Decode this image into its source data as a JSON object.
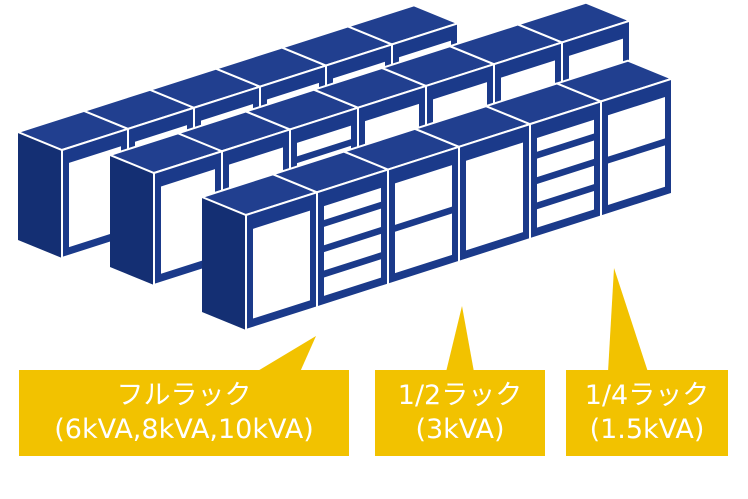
{
  "colors": {
    "rack_front": "#1b3a8a",
    "rack_top": "#213f8f",
    "rack_side": "#142f73",
    "panel": "#ffffff",
    "callout": "#f2c200",
    "text": "#ffffff"
  },
  "labels": {
    "full": {
      "line1": "フルラック",
      "line2": "(6kVA,8kVA,10kVA)"
    },
    "half": {
      "line1": "1/2ラック",
      "line2": "(3kVA)"
    },
    "quarter": {
      "line1": "1/4ラック",
      "line2": "(1.5kVA)"
    }
  },
  "rows": [
    {
      "name": "back",
      "racks": [
        "full",
        "full",
        "half",
        "full",
        "full",
        "half"
      ]
    },
    {
      "name": "middle",
      "racks": [
        "full",
        "full",
        "quarter",
        "full",
        "full",
        "half",
        "full"
      ]
    },
    {
      "name": "front",
      "racks": [
        "full",
        "quarter",
        "half",
        "full",
        "quarter",
        "half"
      ]
    }
  ]
}
